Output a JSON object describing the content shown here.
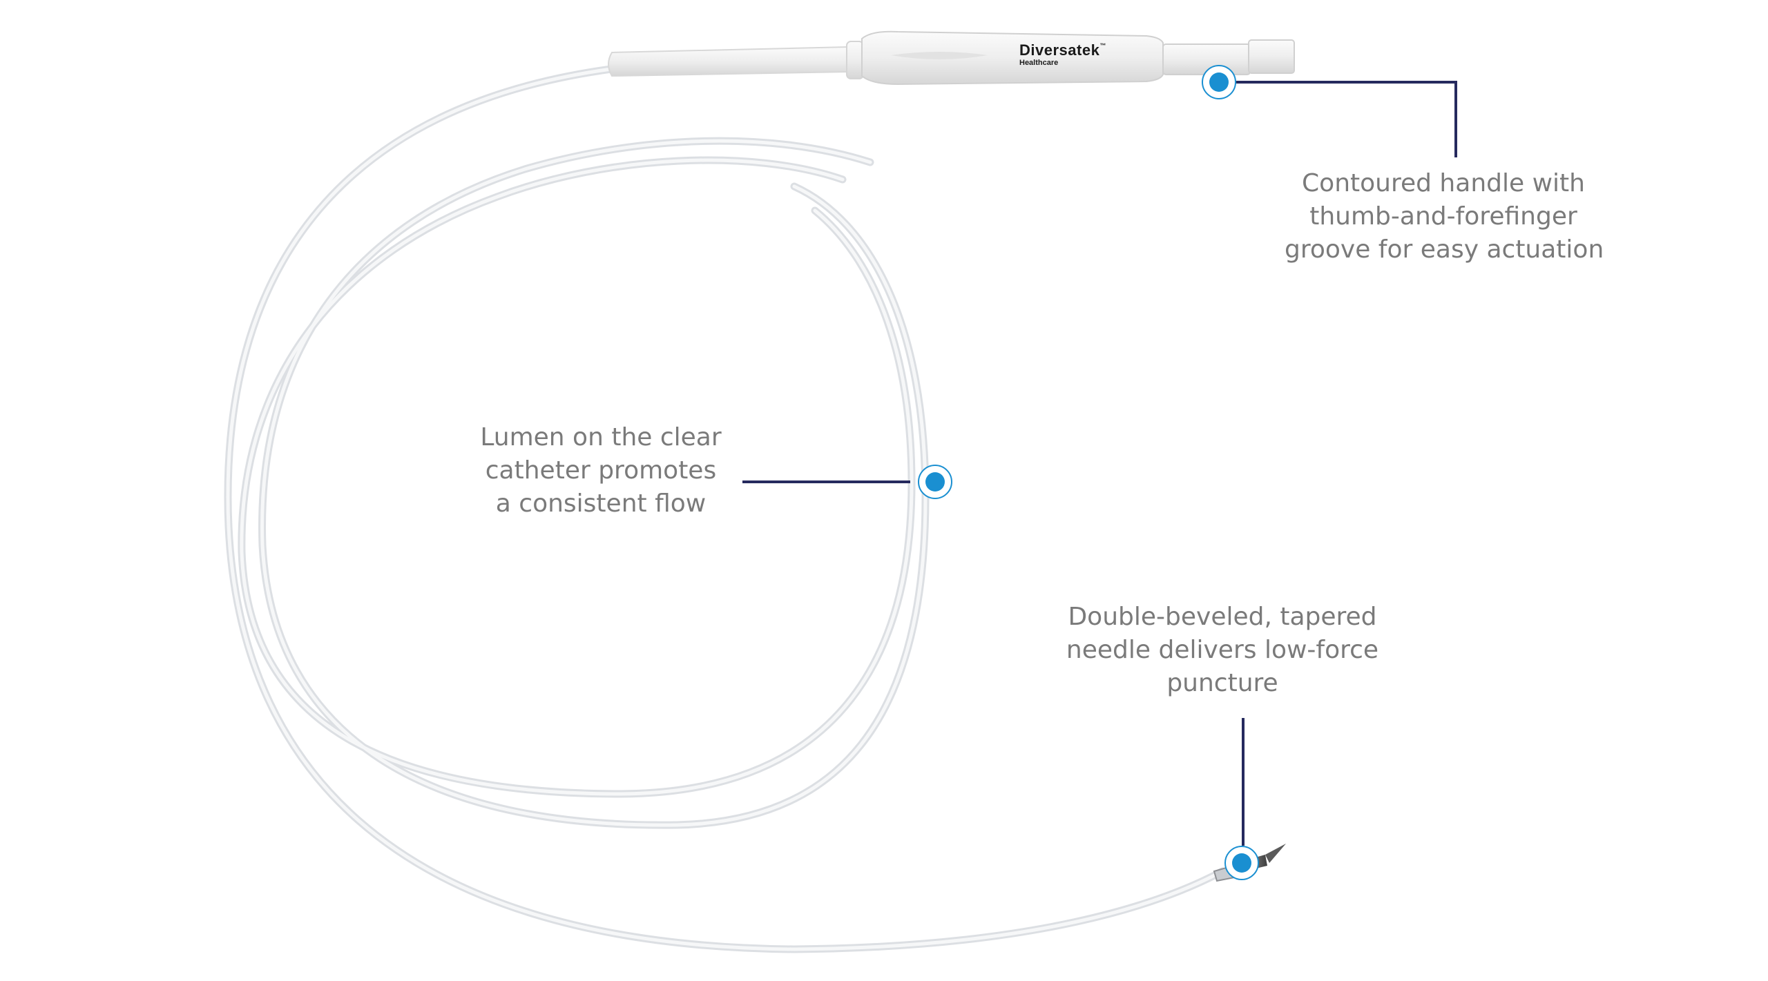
{
  "product": {
    "brand": "Diversatek",
    "brand_mark": "™",
    "brand_sub": "Healthcare"
  },
  "callouts": {
    "handle": [
      "Contoured handle with",
      "thumb-and-forefinger",
      "groove for easy actuation"
    ],
    "lumen": [
      "Lumen on the clear",
      "catheter promotes",
      "a consistent flow"
    ],
    "needle": [
      "Double-beveled, tapered",
      "needle delivers low-force",
      "puncture"
    ]
  },
  "colors": {
    "leader_line": "#262a5e",
    "marker_fill": "#1a8fd1",
    "marker_ring": "#1a8fd1",
    "catheter": "#e7e9ec",
    "text": "#7a7a7a"
  }
}
